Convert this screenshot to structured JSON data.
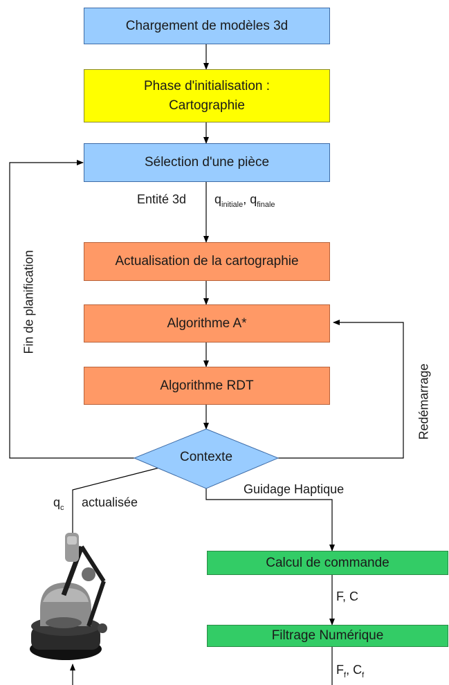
{
  "boxes": {
    "chargement": "Chargement de modèles 3d",
    "phase_line1": "Phase d'initialisation :",
    "phase_line2": "Cartographie",
    "selection": "Sélection d'une pièce",
    "actualisation": "Actualisation de la cartographie",
    "astar": "Algorithme A*",
    "rdt": "Algorithme RDT",
    "contexte": "Contexte",
    "calcul": "Calcul de commande",
    "filtrage": "Filtrage Numérique"
  },
  "labels": {
    "entite": "Entité 3d",
    "q": "q",
    "q_initiale_sub": "initiale",
    "comma": ", ",
    "q_finale_sub": "finale",
    "fin_planification": "Fin de planification",
    "redemarrage": "Redémarrage",
    "guidage": "Guidage Haptique",
    "qc": "q",
    "qc_sub": "c",
    "actualisee": "actualisée",
    "fc": "F, C",
    "ff": "F",
    "ff_sub": "f",
    "cf_sep": ", C",
    "cf_sub": "f"
  },
  "colors": {
    "blue": "#99ccff",
    "yellow": "#ffff00",
    "orange": "#ff9966",
    "green": "#33cc66"
  },
  "icons": {
    "device": "haptic-device-image"
  }
}
